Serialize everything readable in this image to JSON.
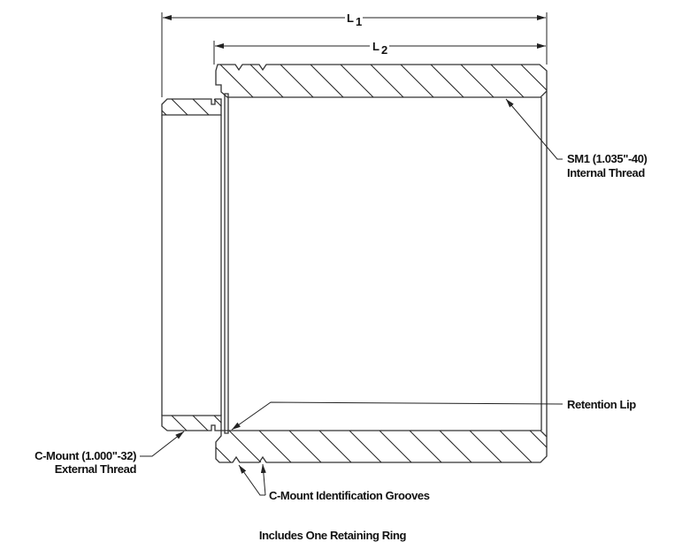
{
  "dimensions": {
    "l1": "L",
    "l1_sub": "1",
    "l2": "L",
    "l2_sub": "2"
  },
  "callouts": {
    "sm1_line1": "SM1 (1.035\"-40)",
    "sm1_line2": "Internal Thread",
    "retention_lip": "Retention Lip",
    "cmount_line1": "C-Mount (1.000\"-32)",
    "cmount_line2": "External Thread",
    "grooves": "C-Mount Identification Grooves"
  },
  "caption": "Includes One Retaining Ring"
}
